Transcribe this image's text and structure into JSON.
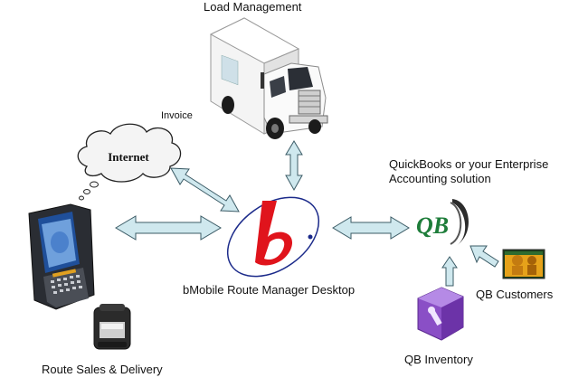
{
  "labels": {
    "load_management": "Load Management",
    "invoice": "Invoice",
    "internet": "Internet",
    "quickbooks": "QuickBooks or your Enterprise Accounting solution",
    "bmobile": "bMobile Route Manager Desktop",
    "qb_customers": "QB Customers",
    "qb_inventory": "QB Inventory",
    "route_sales": "Route Sales & Delivery"
  },
  "logo": {
    "letter": "b",
    "qb_letters": "QB"
  },
  "colors": {
    "arrow_fill": "#cfe8ee",
    "arrow_stroke": "#3b5b66",
    "bmobile_red": "#e0141c",
    "bmobile_ring": "#1b2a8a",
    "qb_green": "#1e7d3a",
    "inventory_purple": "#8a4fc6"
  },
  "icons": [
    "truck-icon",
    "internet-cloud-icon",
    "handheld-device-icon",
    "mobile-printer-icon",
    "bmobile-logo-icon",
    "quickbooks-logo-icon",
    "qb-customers-icon",
    "qb-inventory-icon"
  ]
}
